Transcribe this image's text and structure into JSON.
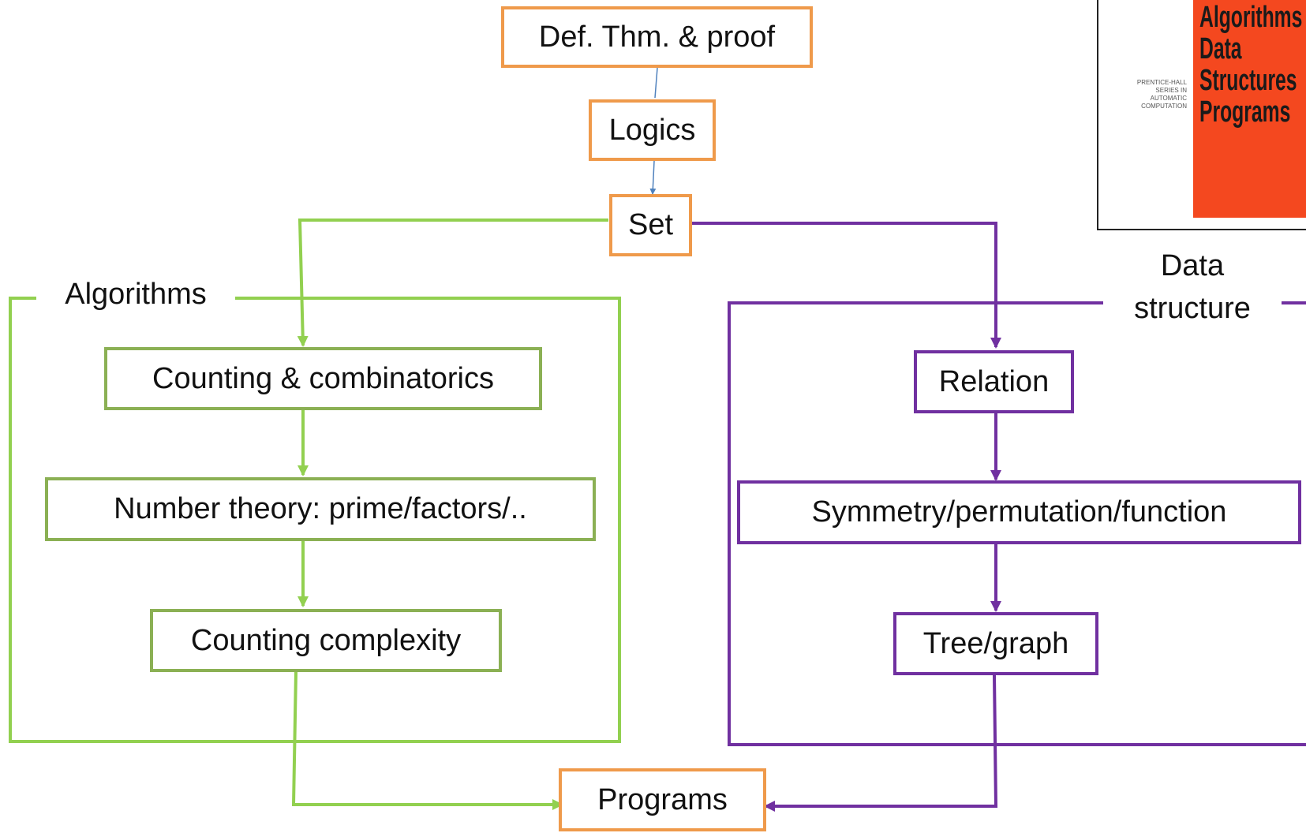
{
  "nodes": {
    "def_thm": "Def. Thm. & proof",
    "logics": "Logics",
    "set": "Set",
    "counting": "Counting & combinatorics",
    "number_theory": "Number theory: prime/factors/..",
    "complexity": "Counting complexity",
    "relation": "Relation",
    "symmetry": "Symmetry/permutation/function",
    "tree": "Tree/graph",
    "programs": "Programs"
  },
  "groups": {
    "algorithms": "Algorithms",
    "data_structure": "Data\nstructure"
  },
  "book": {
    "title": "Algorithms\nData\nStructures\nPrograms",
    "series": "PRENTICE-HALL\nSERIES IN\nAUTOMATIC\nCOMPUTATION"
  },
  "colors": {
    "core": "#ef9a4b",
    "algorithms": "#8bb054",
    "data_structure": "#7030a0",
    "connector": "#4f81bd",
    "book_cover": "#f4481f"
  }
}
